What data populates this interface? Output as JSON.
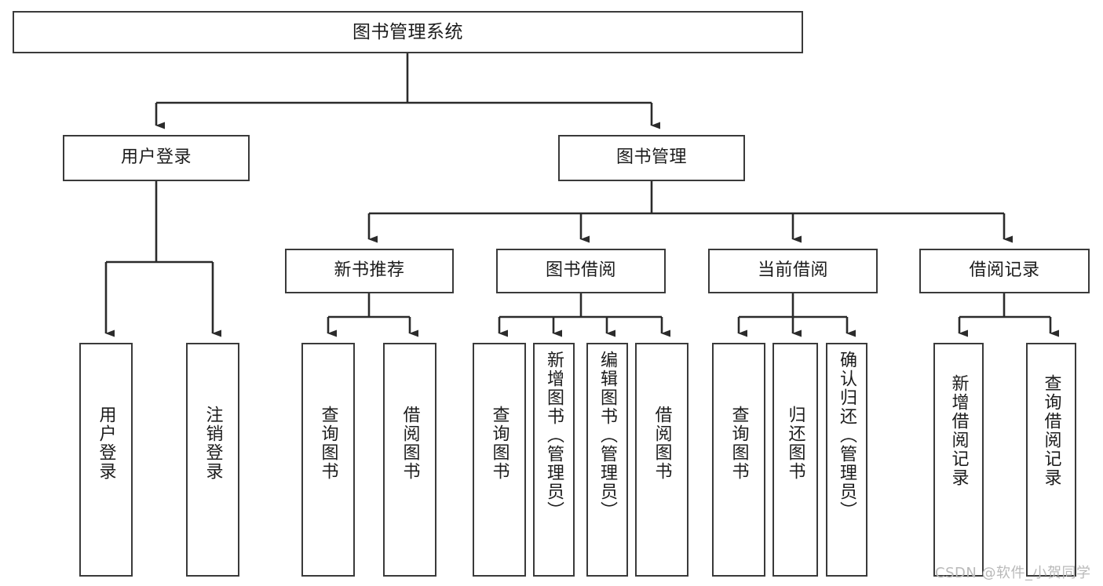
{
  "diagram": {
    "title": "图书管理系统",
    "type": "tree-hierarchy",
    "colors": {
      "box_border": "#3a3a3a",
      "box_fill": "#ffffff",
      "edge": "#2b2b2b",
      "text": "#1c1c1c",
      "watermark": "#b9b9b9",
      "background": "#ffffff"
    },
    "root": {
      "label": "图书管理系统"
    },
    "level2": [
      {
        "label": "用户登录"
      },
      {
        "label": "图书管理"
      }
    ],
    "level3": [
      {
        "label": "新书推荐"
      },
      {
        "label": "图书借阅"
      },
      {
        "label": "当前借阅"
      },
      {
        "label": "借阅记录"
      }
    ],
    "leaves": {
      "user_login": [
        {
          "label": "用户登录"
        },
        {
          "label": "注销登录"
        }
      ],
      "new_book_recommend": [
        {
          "label": "查询图书"
        },
        {
          "label": "借阅图书"
        }
      ],
      "book_borrow": [
        {
          "label": "查询图书"
        },
        {
          "label": "新增图书（管理员）"
        },
        {
          "label": "编辑图书（管理员）"
        },
        {
          "label": "借阅图书"
        }
      ],
      "current_borrow": [
        {
          "label": "查询图书"
        },
        {
          "label": "归还图书"
        },
        {
          "label": "确认归还（管理员）"
        }
      ],
      "borrow_record": [
        {
          "label": "新增借阅记录"
        },
        {
          "label": "查询借阅记录"
        }
      ]
    }
  },
  "watermark": {
    "text": "CSDN @软件_小贺同学"
  }
}
